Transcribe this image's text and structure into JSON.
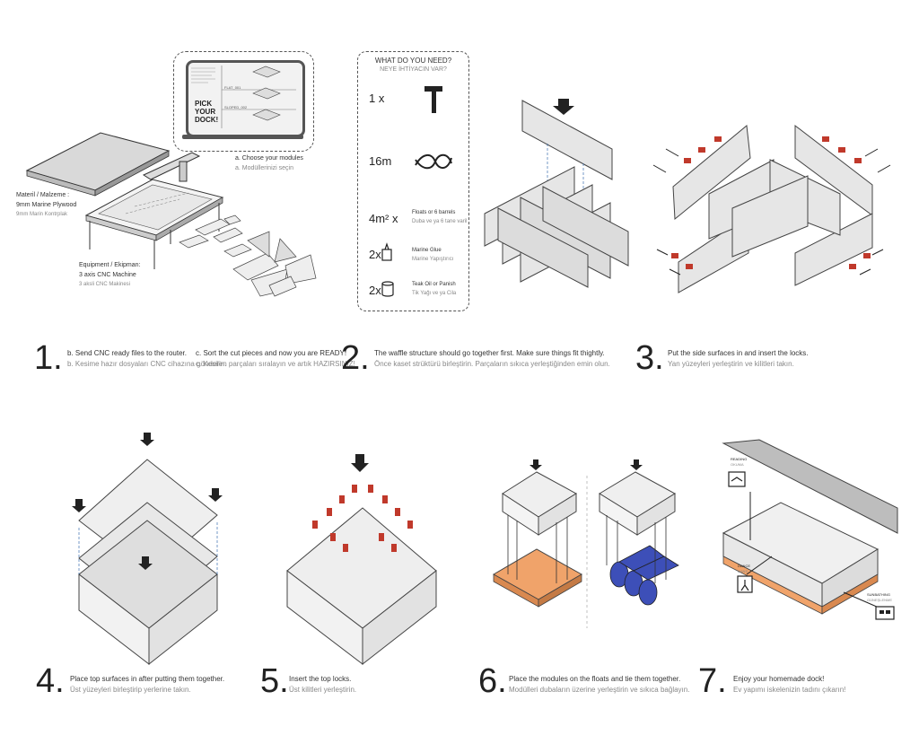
{
  "step1": {
    "number": "1.",
    "material_label": "Materil / Malzeme :",
    "material_en": "9mm Marine Plywood",
    "material_tr": "9mm Marin Kontrplak",
    "equipment_label": "Equipment / Ekipman:",
    "equipment_en": "3 axis CNC Machine",
    "equipment_tr": "3 aksli CNC Makinesi",
    "screen_text": "PICK YOUR DOCK!",
    "screen_label_1": "FLAT_001",
    "screen_label_2": "SLOPED_002",
    "choose_en": "a. Choose your modules",
    "choose_tr": "a. Modüllerinizi seçin",
    "b_en": "b. Send CNC ready files to the router.",
    "b_tr": "b. Kesime hazır dosyaları CNC cihazına gönderin.",
    "c_en": "c. Sort the cut pieces and now you are READY!",
    "c_tr": "c. Kesilen parçaları sıralayın ve artık HAZIRSINIZ!"
  },
  "needs": {
    "title_en": "WHAT DO YOU NEED?",
    "title_tr": "NEYE İHTİYACIN VAR?",
    "items": [
      {
        "qty": "1 x",
        "icon": "hammer-icon",
        "en": "",
        "tr": ""
      },
      {
        "qty": "16m",
        "icon": "rope-icon",
        "en": "",
        "tr": ""
      },
      {
        "qty": "4m² x",
        "icon": "",
        "en": "Floats or 6 barrels",
        "tr": "Duba ve ya 6 tane varil"
      },
      {
        "qty": "2x",
        "icon": "glue-bottle-icon",
        "en": "Marine Glue",
        "tr": "Marine Yapıştırıcı"
      },
      {
        "qty": "2x",
        "icon": "oil-can-icon",
        "en": "Teak Oil or Panish",
        "tr": "Tik Yağı ve ya Cila"
      }
    ]
  },
  "step2": {
    "number": "2.",
    "en": "The waffle structure should go together first. Make sure things fit thightly.",
    "tr": "Önce kaset strüktürü birleştirin. Parçaların sıkıca yerleştiğinden emin olun."
  },
  "step3": {
    "number": "3.",
    "en": "Put the side surfaces in and insert the locks.",
    "tr": "Yan yüzeyleri yerleştirin ve kilitleri takın."
  },
  "step4": {
    "number": "4.",
    "en": "Place top surfaces in after putting them together.",
    "tr": "Üst yüzeyleri birleştirip yerlerine takın."
  },
  "step5": {
    "number": "5.",
    "en": "Insert the top locks.",
    "tr": "Üst kilitleri yerleştirin."
  },
  "step6": {
    "number": "6.",
    "en": "Place the modules on the floats and tie them together.",
    "tr": "Modülleri dubaların üzerine yerleştirin ve sıkıca bağlayın."
  },
  "step7": {
    "number": "7.",
    "en": "Enjoy your homemade dock!",
    "tr": "Ev yapımı iskelenizin tadını çıkarın!",
    "reading_en": "READING",
    "reading_tr": "OKUMA",
    "dance_en": "DANCE",
    "dance_tr": "DANS",
    "sunbathing_en": "SUNBATHING",
    "sunbathing_tr": "GÜNEŞLENME"
  },
  "colors": {
    "lock_red": "#c0392b",
    "float_orange": "#f0a36a",
    "barrel_blue": "#3d4fb8",
    "panel_grey": "#e6e6e6",
    "line": "#444444"
  }
}
